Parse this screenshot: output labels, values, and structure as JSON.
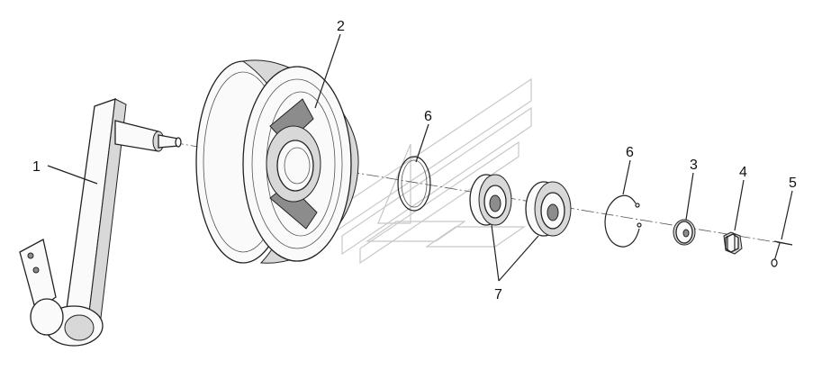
{
  "diagram": {
    "type": "exploded-assembly",
    "callouts": [
      {
        "id": "1",
        "label": "1"
      },
      {
        "id": "2",
        "label": "2"
      },
      {
        "id": "6a",
        "label": "6"
      },
      {
        "id": "6b",
        "label": "6"
      },
      {
        "id": "3",
        "label": "3"
      },
      {
        "id": "4",
        "label": "4"
      },
      {
        "id": "5",
        "label": "5"
      },
      {
        "id": "7",
        "label": "7"
      }
    ],
    "colors": {
      "line": "#222222",
      "background": "#ffffff",
      "watermark": "#c8c8c8"
    }
  }
}
